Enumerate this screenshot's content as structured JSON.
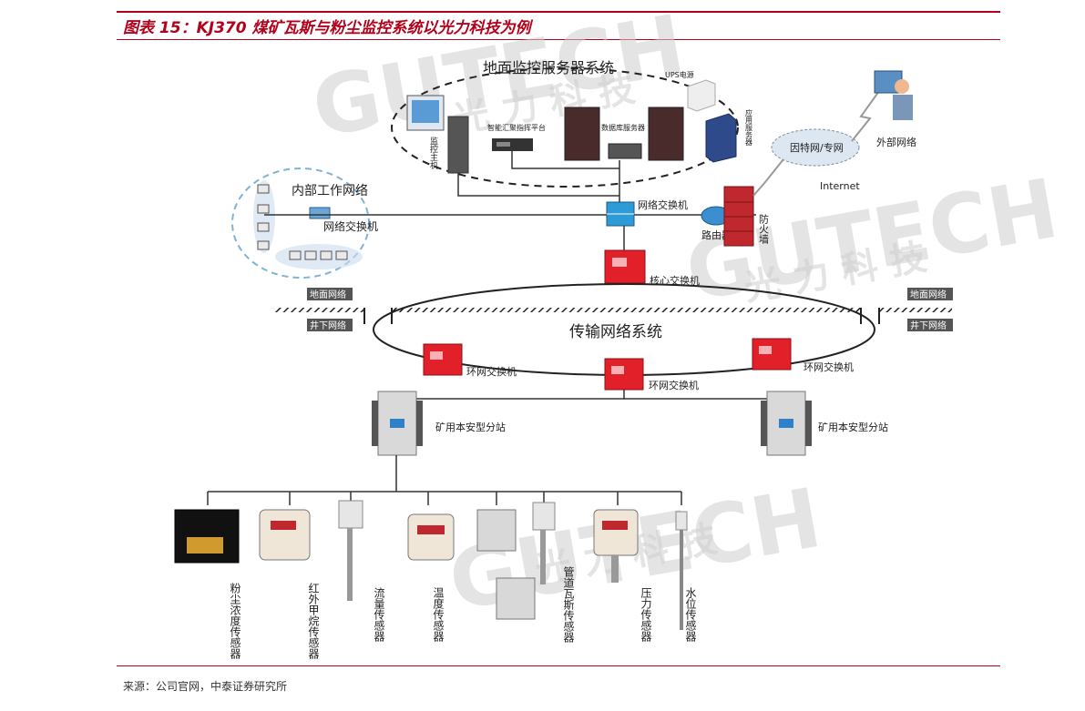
{
  "figure": {
    "title": "图表 15：KJ370 煤矿瓦斯与粉尘监控系统以光力科技为例",
    "source": "来源：公司官网，中泰证券研究所"
  },
  "watermark": {
    "logo": "GUTECH",
    "sub": "光 力 科 技"
  },
  "ground": {
    "server_group_label": "地面监控服务器系统",
    "ups_label": "UPS电源",
    "monitor_host_label": "监控主机",
    "aggregation_label": "智能汇聚指挥平台",
    "db_server_label": "数据库服务器",
    "app_server_label": "应用服务器",
    "internal_network_label": "内部工作网络",
    "internal_switch_label": "网络交换机",
    "main_switch_label": "网络交换机",
    "router_label": "路由器",
    "firewall_label": "防火墙",
    "cloud_label": "因特网/专网",
    "external_network_label": "外部网络",
    "internet_label": "Internet",
    "core_switch_label": "核心交换机"
  },
  "boundary": {
    "ground_left": "地面网络",
    "underground_left": "井下网络",
    "ground_right": "地面网络",
    "underground_right": "井下网络"
  },
  "underground": {
    "ring_label": "传输网络系统",
    "ring_switch_left": "环网交换机",
    "ring_switch_center": "环网交换机",
    "ring_switch_right": "环网交换机",
    "substation_left": "矿用本安型分站",
    "substation_right": "矿用本安型分站"
  },
  "sensors": [
    {
      "label": "粉尘浓度传感器"
    },
    {
      "label": "红外甲烷传感器"
    },
    {
      "label": "流量传感器"
    },
    {
      "label": "温度传感器"
    },
    {
      "label": "管道瓦斯传感器"
    },
    {
      "label": "压力传感器"
    },
    {
      "label": "水位传感器"
    }
  ],
  "colors": {
    "accent": "#b3001b",
    "switch_red": "#e2202a",
    "line": "#333333"
  }
}
